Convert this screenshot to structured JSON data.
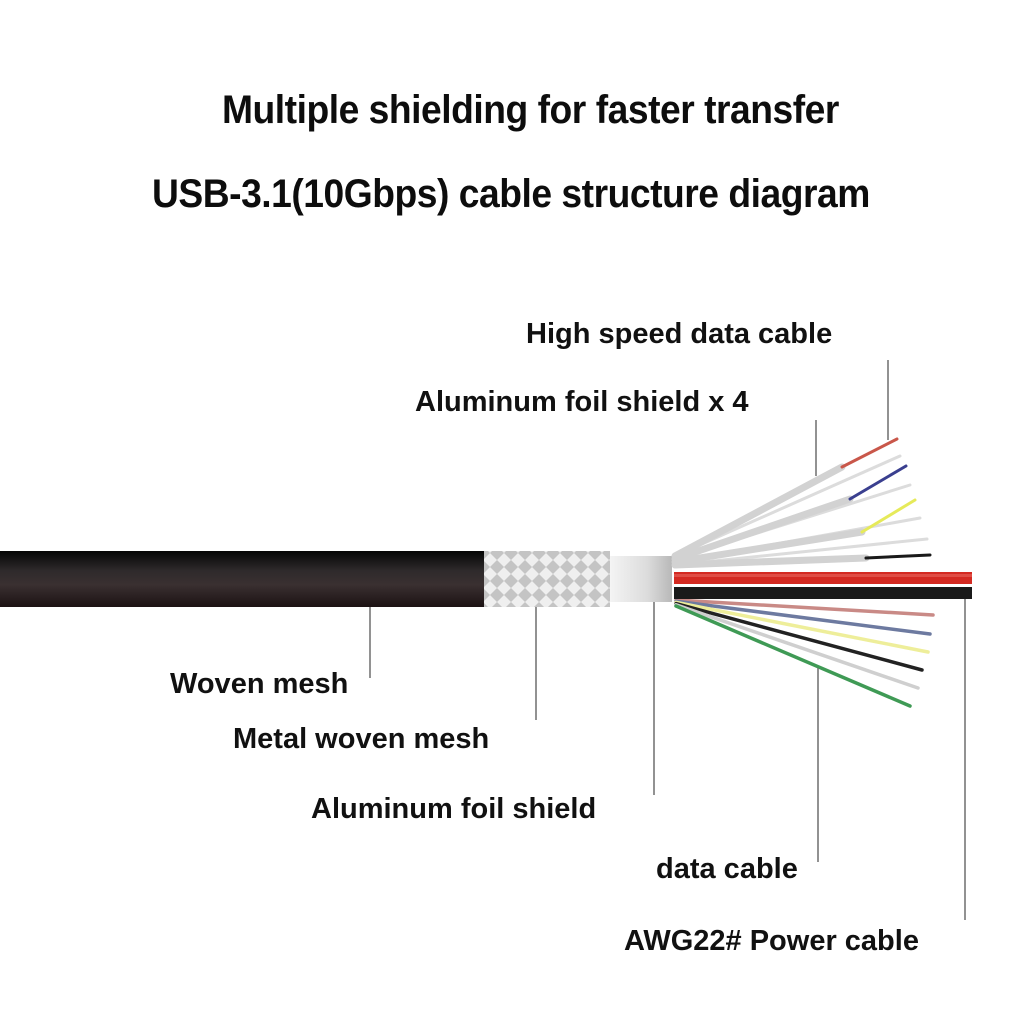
{
  "title": {
    "line1": "Multiple shielding for faster transfer",
    "line2": "USB-3.1(10Gbps) cable structure diagram"
  },
  "labels": {
    "high_speed_data_cable": "High speed data cable",
    "aluminum_foil_shield_x4": "Aluminum foil shield x 4",
    "woven_mesh": "Woven mesh",
    "metal_woven_mesh": "Metal woven mesh",
    "aluminum_foil_shield": "Aluminum foil shield",
    "data_cable": "data cable",
    "power_cable": "AWG22# Power cable"
  },
  "colors": {
    "jacket": "#1e1617",
    "mesh": "#c8c8c8",
    "foil": "#d6d6d6",
    "power_red": "#d42a22",
    "power_black": "#1a1a1a",
    "leader_line": "#6e6e6e"
  },
  "upper_pairs": [
    {
      "shield": "#d2d2d2",
      "core": "#c9574a"
    },
    {
      "shield": "#d2d2d2",
      "core": "#3a3f8f"
    },
    {
      "shield": "#d2d2d2",
      "core": "#e6ea5a"
    },
    {
      "shield": "#d2d2d2",
      "core": "#1a1a1a"
    }
  ],
  "lower_wires": [
    "#c98a86",
    "#6d7aa0",
    "#eeee9a",
    "#222222",
    "#cfcfcf",
    "#3f9a55"
  ]
}
